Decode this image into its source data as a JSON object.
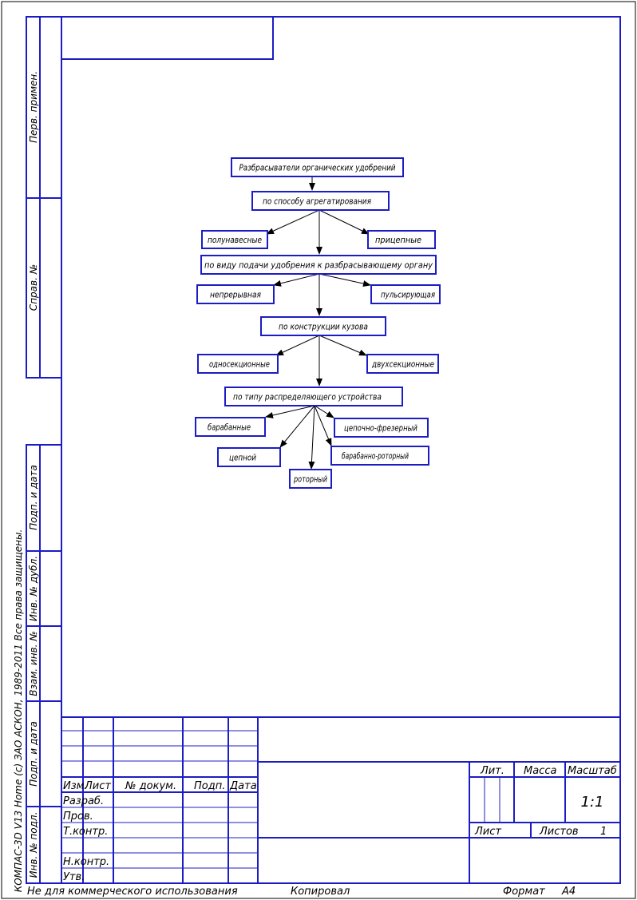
{
  "side_stamps": {
    "perv_primen": "Перв. примен.",
    "sprav_no": "Справ. №",
    "podp_data_1": "Подп. и дата",
    "inv_dubl": "Инв. № дубл.",
    "vzam_inv": "Взам. инв. №",
    "podp_data_2": "Подп. и дата",
    "inv_podl": "Инв. № подл.",
    "copyright": "КОМПАС-3D V13 Home (c) ЗАО АСКОН, 1989-2011 Все права защищены."
  },
  "diagram": {
    "root": "Разбрасыватели органических удобрений",
    "by_aggregation": "по способу агрегатирования",
    "semi_mounted": "полунавесные",
    "trailed": "прицепные",
    "by_feed": "по виду подачи удобрения к разбрасывающему органу",
    "continuous": "непрерывная",
    "pulsating": "пульсирующая",
    "by_body": "по конструкции кузова",
    "single_section": "односекционные",
    "double_section": "двухсекционные",
    "by_distributor": "по типу распределяющего устройства",
    "drum": "барабанные",
    "chain_mill": "цепочно-фрезерный",
    "chain": "цепной",
    "drum_rotary": "барабанно-роторный",
    "rotary": "роторный"
  },
  "title_block": {
    "izm": "Изм.",
    "list": "Лист",
    "no_dokum": "№ докум.",
    "podp": "Подп.",
    "data": "Дата",
    "razrab": "Разраб.",
    "prov": "Пров.",
    "tkontr": "Т.контр.",
    "nkontr": "Н.контр.",
    "utv": "Утв.",
    "lit": "Лит.",
    "massa": "Масса",
    "masshtab": "Масштаб",
    "scale_value": "1:1",
    "list_right": "Лист",
    "listov": "Листов",
    "listov_value": "1"
  },
  "footer": {
    "non_commercial": "Не для коммерческого использования",
    "kopiroval": "Копировал",
    "format_label": "Формат",
    "format_value": "А4"
  }
}
